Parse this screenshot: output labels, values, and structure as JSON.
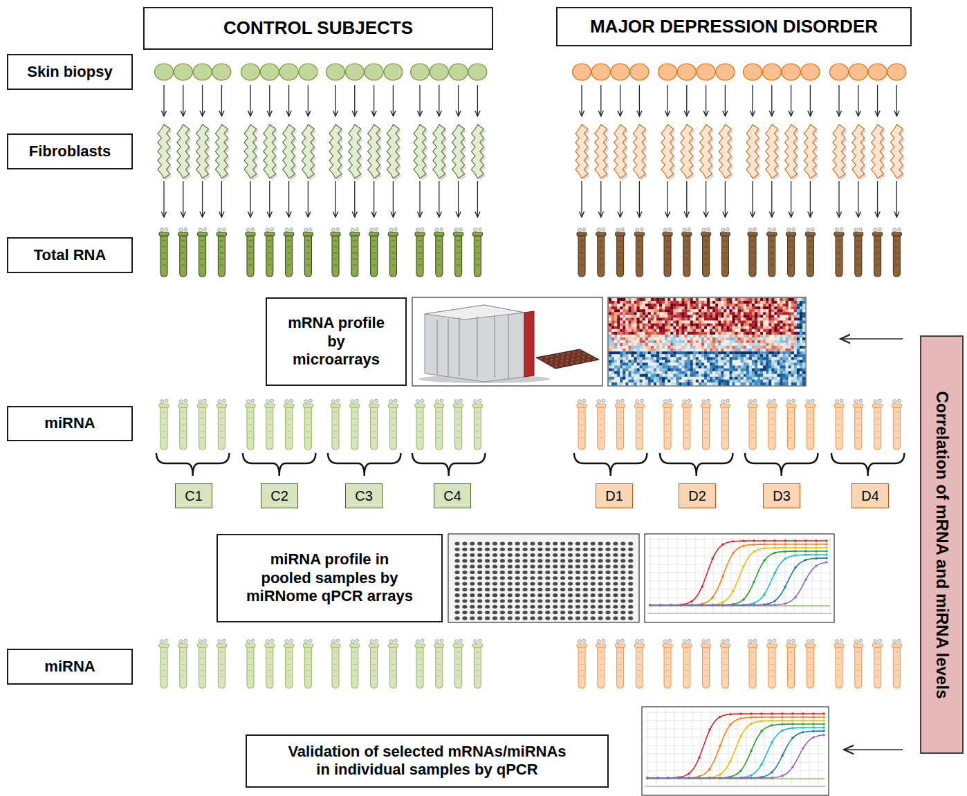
{
  "diagram": {
    "nodes": [
      {
        "text": [
          "CONTROL SUBJECTS"
        ]
      },
      {
        "text": [
          "MAJOR DEPRESSION DISORDER"
        ]
      },
      {
        "text": [
          "Skin biopsy"
        ]
      },
      {
        "text": [
          "Fibroblasts"
        ]
      },
      {
        "text": [
          "Total RNA"
        ]
      },
      {
        "text": [
          "mRNA profile by microarrays"
        ]
      },
      {
        "text": [
          "Correlation of mRNA and miRNA levels"
        ]
      },
      {
        "text": [
          "miRNA"
        ]
      },
      {
        "text": [
          "C1"
        ]
      },
      {
        "text": [
          "C2"
        ]
      },
      {
        "text": [
          "C3"
        ]
      },
      {
        "text": [
          "C4"
        ]
      },
      {
        "text": [
          "D1"
        ]
      },
      {
        "text": [
          "D2"
        ]
      },
      {
        "text": [
          "D3"
        ]
      },
      {
        "text": [
          "D4"
        ]
      },
      {
        "text": [
          "miRNA profile in pooled samples by miRNome qPCR arrays"
        ]
      },
      {
        "text": [
          "miRNA"
        ]
      },
      {
        "text": [
          "Validation of selected mRNAs/miRNAs in individual samples by qPCR"
        ]
      }
    ]
  }
}
